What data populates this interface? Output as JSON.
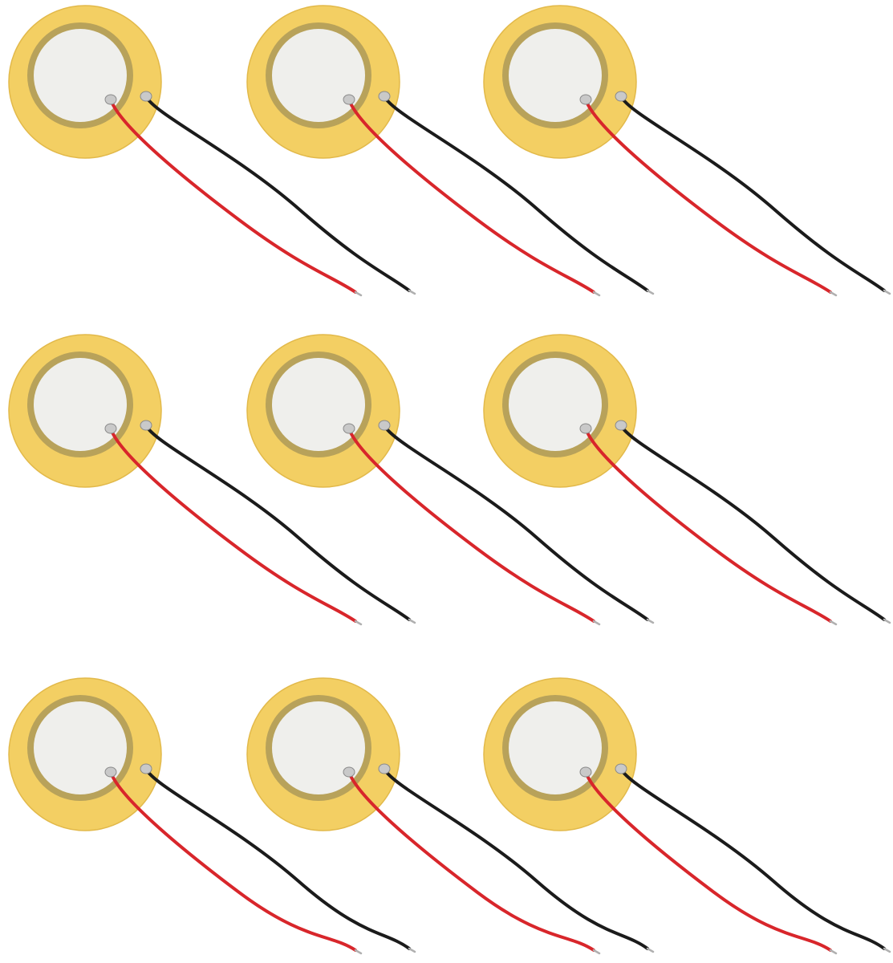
{
  "image": {
    "subject": "piezo-disc-grid",
    "rows": 3,
    "columns": 3,
    "disc_count": 9,
    "background_color": "#ffffff",
    "colors": {
      "brass_disc": "#f3cf63",
      "brass_edge": "#e2b94a",
      "ceramic_ring": "#b8a25a",
      "ceramic_face": "#efefec",
      "red_wire": "#d8262b",
      "black_wire": "#1b1b1b",
      "solder": "#c9c9c9",
      "wire_tip": "#b0b0b0"
    }
  }
}
